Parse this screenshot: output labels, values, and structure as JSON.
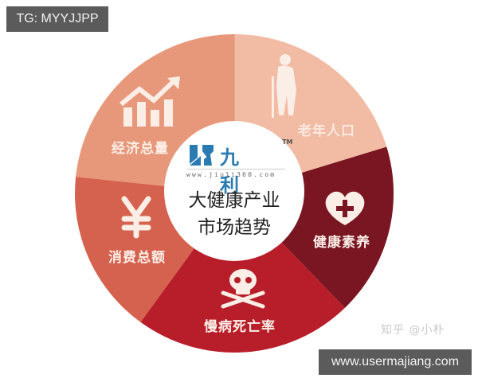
{
  "watermarks": {
    "top_left_tag": "TG: MYYJJPP",
    "bottom_right_tag": "www.usermajiang.com",
    "zhihu_credit": "知乎 @小朴"
  },
  "center": {
    "logo_name": "九 利",
    "logo_tm": "TM",
    "logo_url": "www.jiuli360.com",
    "title_line1": "大健康产业",
    "title_line2": "市场趋势",
    "logo_color": "#2a7bb2"
  },
  "segments": [
    {
      "id": "elderly",
      "label": "老年人口",
      "icon": "elderly-person-icon",
      "color": "#f2bba3"
    },
    {
      "id": "health-literacy",
      "label": "健康素养",
      "icon": "heart-plus-icon",
      "color": "#7a1622"
    },
    {
      "id": "chronic-mortality",
      "label": "慢病死亡率",
      "icon": "skull-crossbones-icon",
      "color": "#b81e2a"
    },
    {
      "id": "consumption",
      "label": "消费总额",
      "icon": "yen-icon",
      "color": "#d5624e"
    },
    {
      "id": "economy",
      "label": "经济总量",
      "icon": "growth-chart-icon",
      "color": "#e8987a"
    }
  ]
}
